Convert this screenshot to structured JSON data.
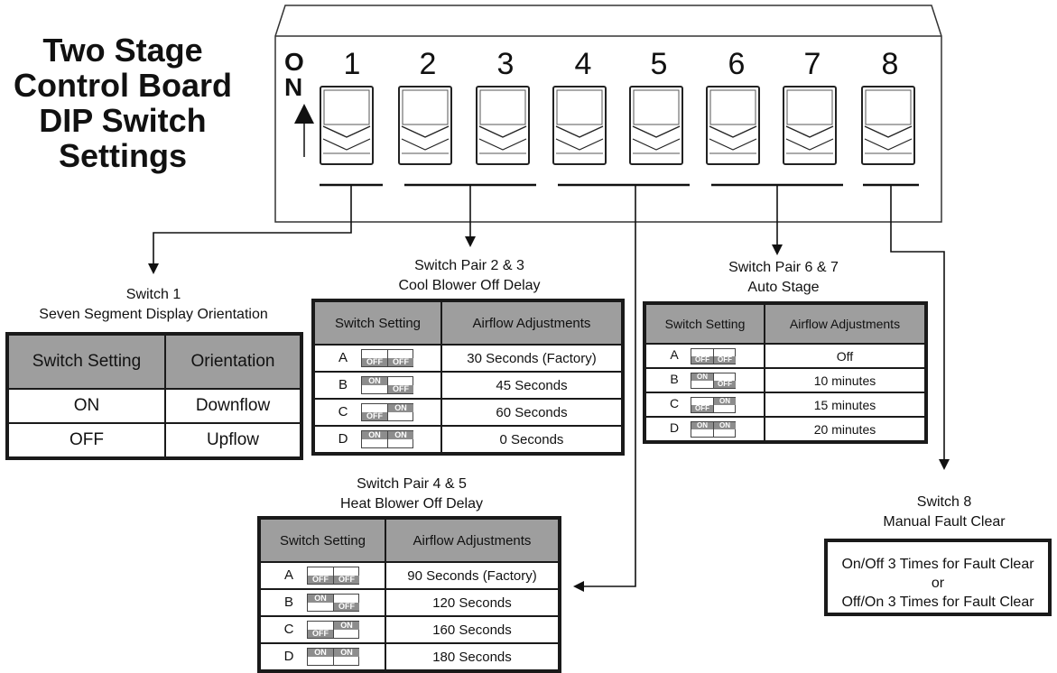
{
  "title": [
    "Two Stage",
    "Control Board",
    "DIP Switch",
    "Settings"
  ],
  "on_label": [
    "O",
    "N"
  ],
  "switch_numbers": [
    "1",
    "2",
    "3",
    "4",
    "5",
    "6",
    "7",
    "8"
  ],
  "switch1": {
    "caption": [
      "Switch 1",
      "Seven Segment Display Orientation"
    ],
    "headers": [
      "Switch Setting",
      "Orientation"
    ],
    "rows": [
      [
        "ON",
        "Downflow"
      ],
      [
        "OFF",
        "Upflow"
      ]
    ]
  },
  "switch23": {
    "caption": [
      "Switch Pair 2 & 3",
      "Cool Blower Off Delay"
    ],
    "headers": [
      "Switch Setting",
      "Airflow Adjustments"
    ],
    "rows": [
      {
        "letter": "A",
        "left": "OFF",
        "right": "OFF",
        "value": "30 Seconds (Factory)"
      },
      {
        "letter": "B",
        "left": "ON",
        "right": "OFF",
        "value": "45 Seconds"
      },
      {
        "letter": "C",
        "left": "OFF",
        "right": "ON",
        "value": "60 Seconds"
      },
      {
        "letter": "D",
        "left": "ON",
        "right": "ON",
        "value": "0 Seconds"
      }
    ]
  },
  "switch45": {
    "caption": [
      "Switch Pair 4 & 5",
      "Heat Blower Off Delay"
    ],
    "headers": [
      "Switch Setting",
      "Airflow Adjustments"
    ],
    "rows": [
      {
        "letter": "A",
        "left": "OFF",
        "right": "OFF",
        "value": "90 Seconds (Factory)"
      },
      {
        "letter": "B",
        "left": "ON",
        "right": "OFF",
        "value": "120 Seconds"
      },
      {
        "letter": "C",
        "left": "OFF",
        "right": "ON",
        "value": "160 Seconds"
      },
      {
        "letter": "D",
        "left": "ON",
        "right": "ON",
        "value": "180 Seconds"
      }
    ]
  },
  "switch67": {
    "caption": [
      "Switch Pair 6 & 7",
      "Auto Stage"
    ],
    "headers": [
      "Switch Setting",
      "Airflow Adjustments"
    ],
    "rows": [
      {
        "letter": "A",
        "left": "OFF",
        "right": "OFF",
        "value": "Off"
      },
      {
        "letter": "B",
        "left": "ON",
        "right": "OFF",
        "value": "10 minutes"
      },
      {
        "letter": "C",
        "left": "OFF",
        "right": "ON",
        "value": "15 minutes"
      },
      {
        "letter": "D",
        "left": "ON",
        "right": "ON",
        "value": "20 minutes"
      }
    ]
  },
  "switch8": {
    "caption": [
      "Switch 8",
      "Manual Fault Clear"
    ],
    "lines": [
      "On/Off 3 Times for Fault Clear",
      "or",
      "Off/On 3 Times for Fault Clear"
    ]
  }
}
